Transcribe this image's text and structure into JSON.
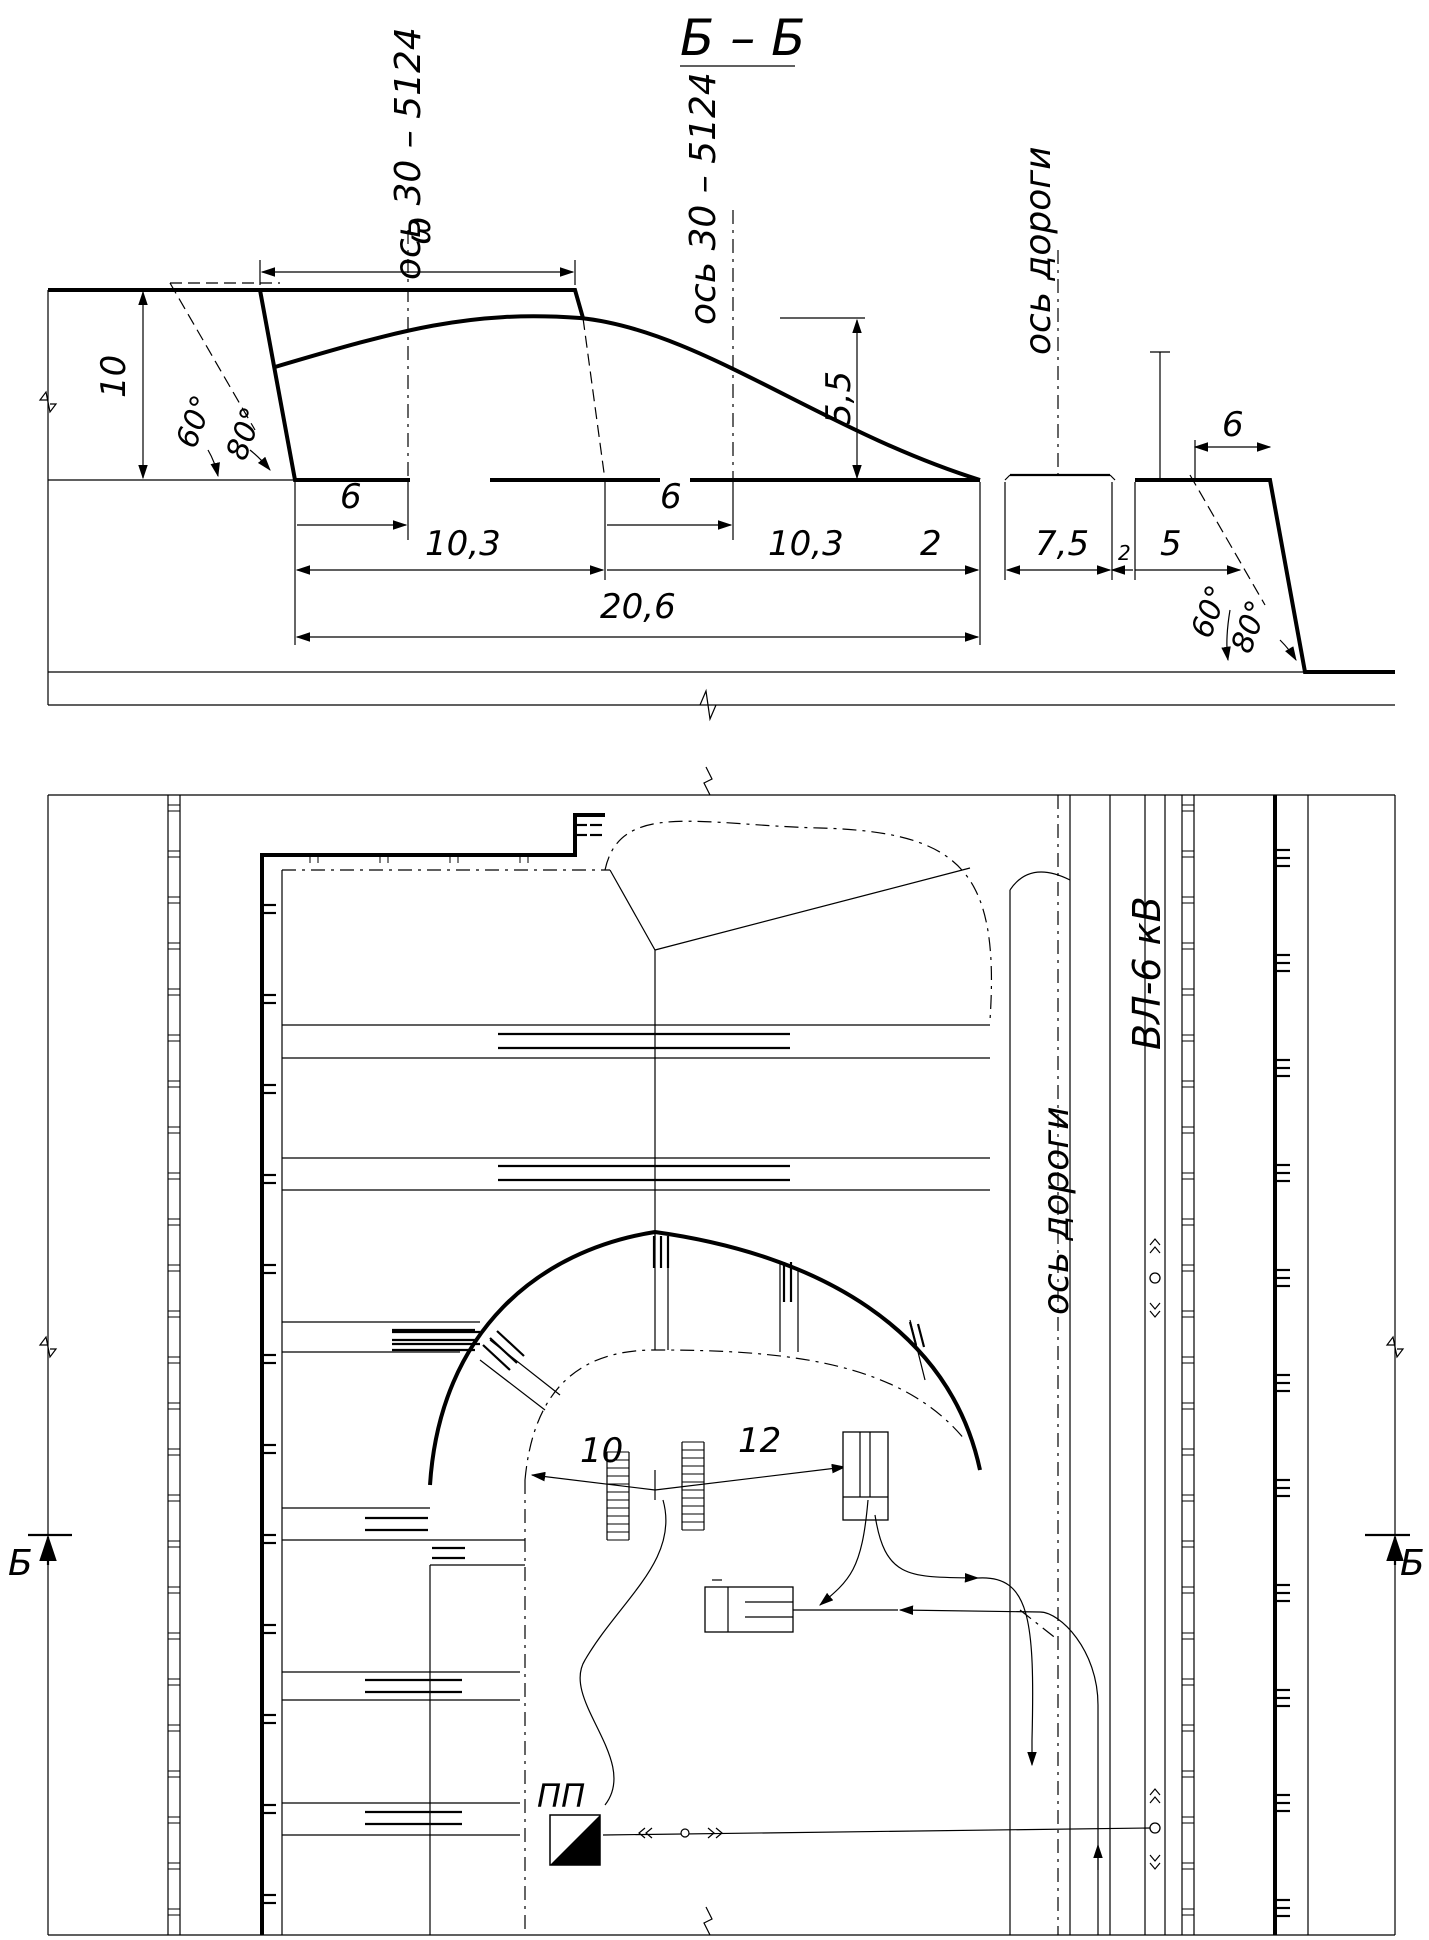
{
  "section": {
    "title": "Б – Б",
    "axis_labels": [
      "ось 30 – 5124",
      "ось 30 – 5124",
      "ось дороги"
    ],
    "rotated_mark": "ω",
    "heights": [
      "10",
      "5,5"
    ],
    "angles_left": [
      "60°",
      "80°"
    ],
    "angles_right": [
      "60°",
      "80°"
    ],
    "dims_row1": [
      "6",
      "6",
      "6"
    ],
    "dims_row2": [
      "10,3",
      "10,3",
      "2",
      "7,5",
      "2",
      "5"
    ],
    "dims_row3": [
      "20,6"
    ]
  },
  "plan": {
    "road_axis": "ось дороги",
    "power_line": "ВЛ-6 кВ",
    "radius_labels": [
      "10",
      "12"
    ],
    "section_marks": [
      "Б",
      "Б"
    ],
    "substation": "ПП"
  }
}
